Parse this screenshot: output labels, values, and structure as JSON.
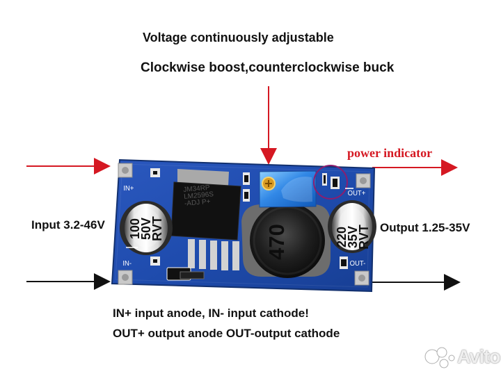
{
  "texts": {
    "title_1": "Voltage continuously adjustable",
    "title_2": "Clockwise boost,counterclockwise buck",
    "input_label": "Input 3.2-46V",
    "output_label": "Output 1.25-35V",
    "power_indicator": "power indicator",
    "bottom_1": "IN+ input anode, IN- input cathode!",
    "bottom_2": "OUT+ output anode OUT-output cathode"
  },
  "board": {
    "in_plus": "IN+",
    "in_minus": "IN-",
    "out_plus": "OUT+",
    "out_minus": "OUT-",
    "chip_line_1": "JM34RP",
    "chip_line_2": "LM2596S",
    "chip_line_3": "-ADJ   P+",
    "left_cap_1": "100",
    "left_cap_2": "50V",
    "left_cap_3": "RVT",
    "right_cap_1": "220",
    "right_cap_2": "35V",
    "right_cap_3": "RVT",
    "inductor": "470"
  },
  "watermark": {
    "text": "Avito"
  },
  "colors": {
    "arrow_red": "#d51822",
    "arrow_black": "#111111",
    "board_blue": "#2351b5",
    "board_dark": "#162d66",
    "potentiometer_blue": "#2e7fe1"
  }
}
